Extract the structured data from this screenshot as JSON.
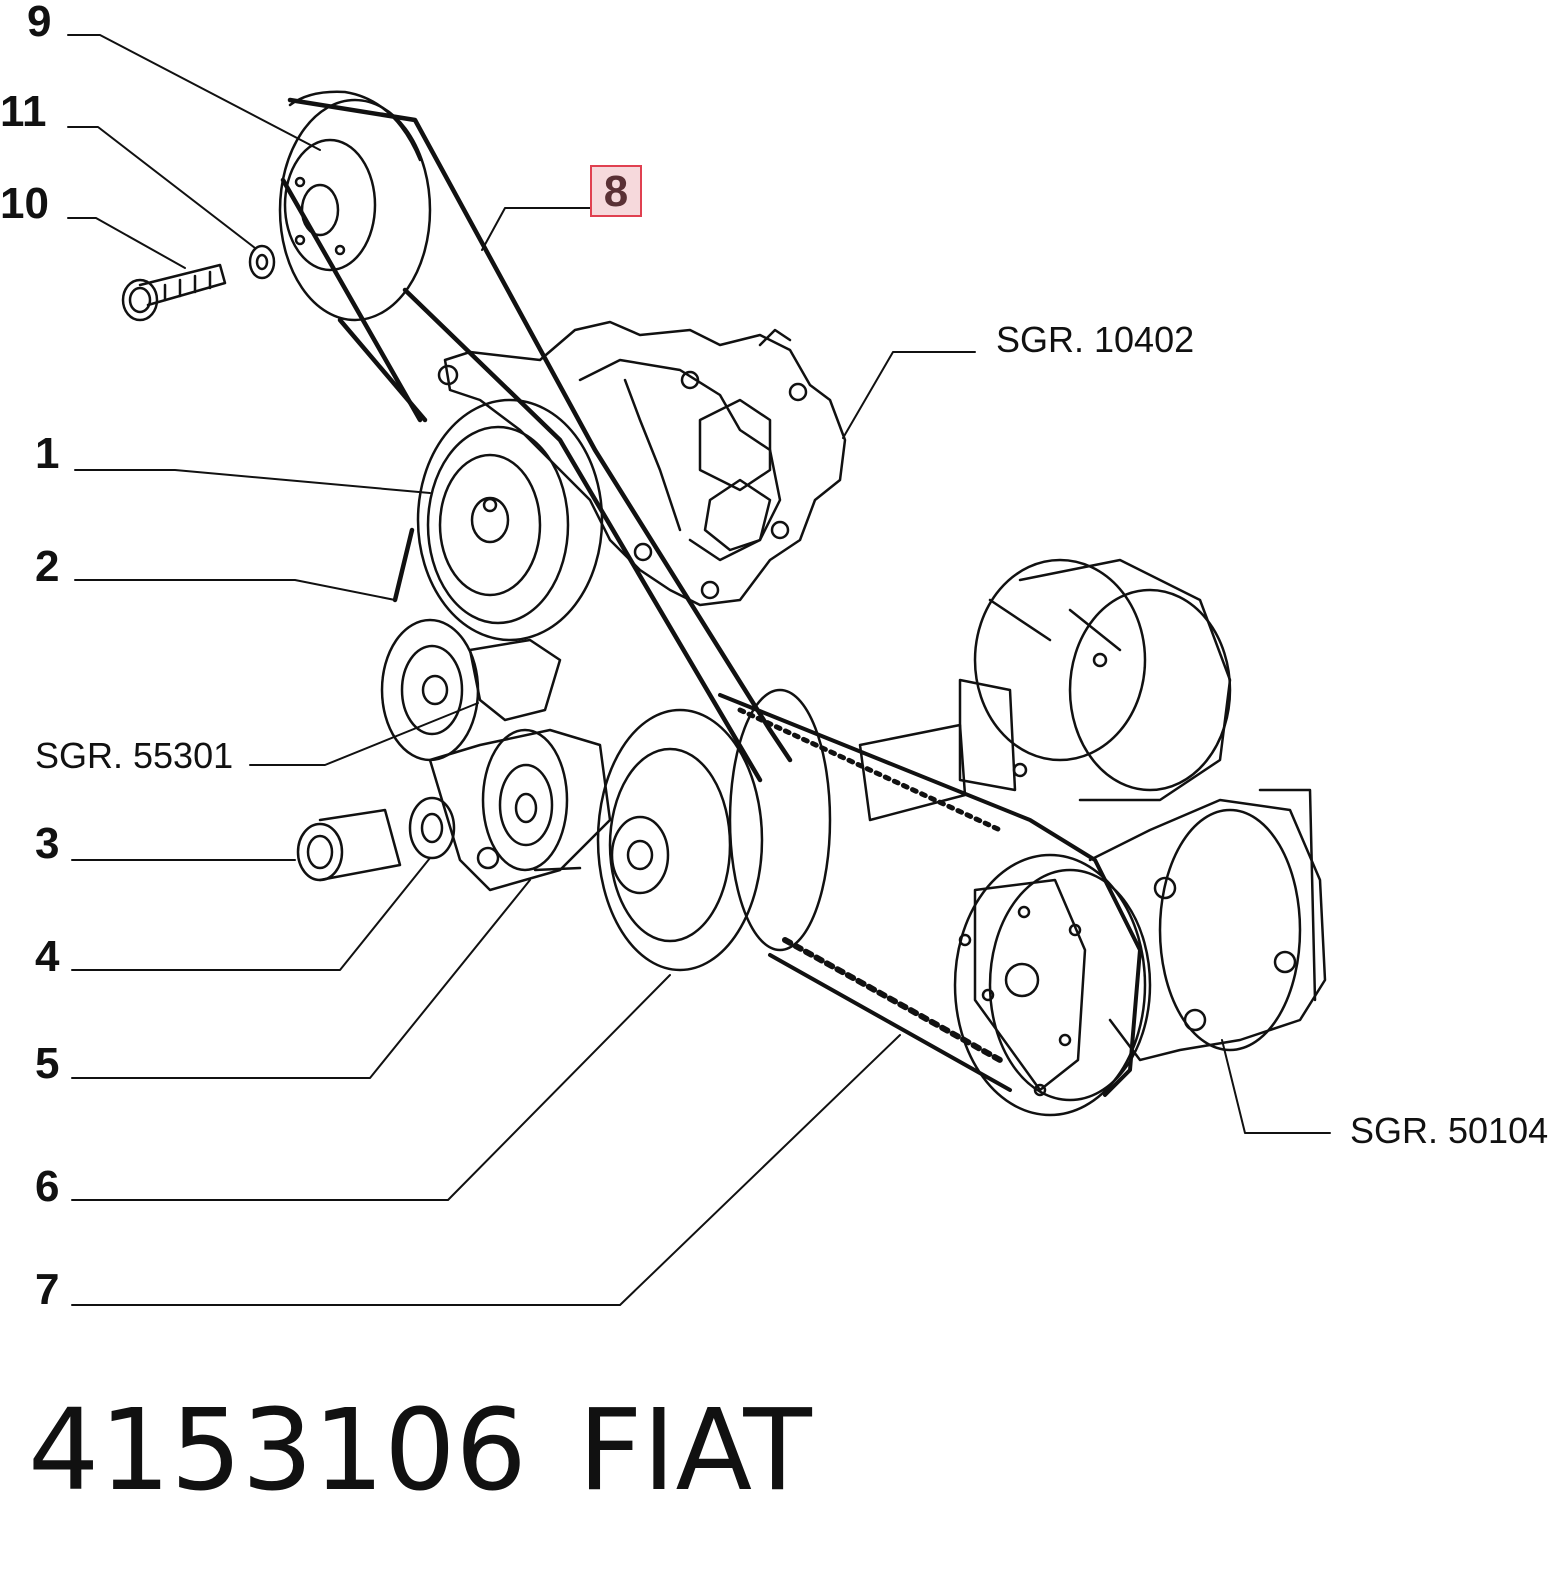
{
  "callouts": {
    "n1": "1",
    "n2": "2",
    "n3": "3",
    "n4": "4",
    "n5": "5",
    "n6": "6",
    "n7": "7",
    "n8": "8",
    "n9": "9",
    "n10": "10",
    "n11": "11"
  },
  "references": {
    "sgr_10402": "SGR. 10402",
    "sgr_55301": "SGR. 55301",
    "sgr_50104": "SGR. 50104"
  },
  "footer": {
    "part_number": "4153106",
    "brand": "FIAT"
  },
  "highlight": {
    "selected_callout": "8",
    "border_color": "#e04050",
    "fill_color": "#f6d9dc"
  }
}
